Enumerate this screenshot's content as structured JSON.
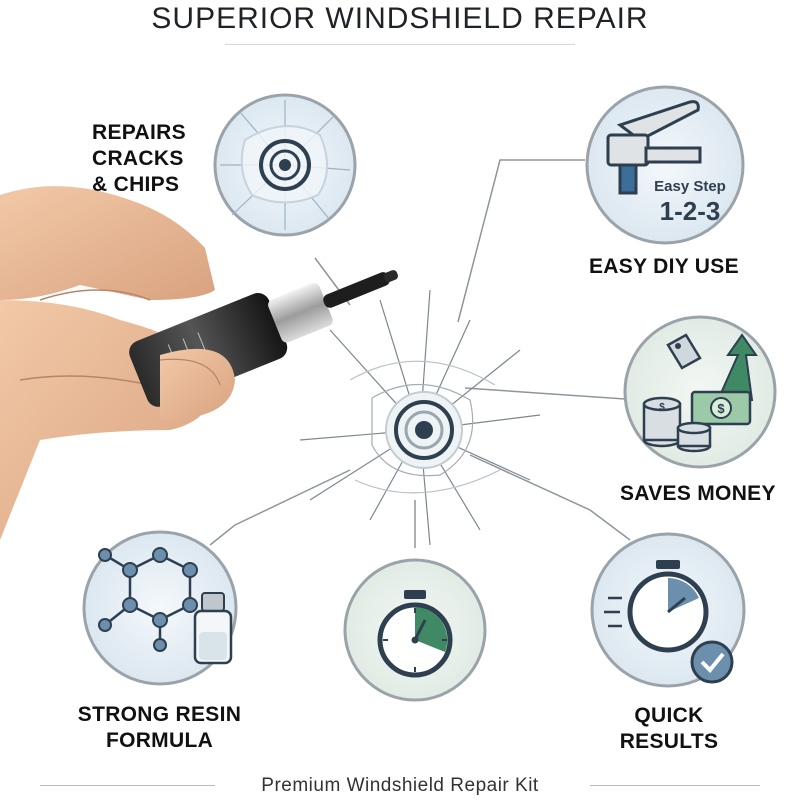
{
  "header": {
    "title": "SUPERIOR WINDSHIELD REPAIR"
  },
  "features": {
    "repairs": {
      "line1": "REPAIRS",
      "line2": "CRACKS",
      "line3": "& CHIPS",
      "icon": "glass-crack-icon"
    },
    "diy": {
      "line1": "EASY DIY USE",
      "step_label": "Easy Step",
      "step_numbers": "1-2-3",
      "icon": "applicator-tool-icon"
    },
    "money": {
      "line1": "SAVES MONEY",
      "icon": "money-savings-icon"
    },
    "resin": {
      "line1": "STRONG RESIN",
      "line2": "FORMULA",
      "icon": "molecule-bottle-icon"
    },
    "timer": {
      "icon": "stopwatch-icon"
    },
    "quick": {
      "line1": "QUICK",
      "line2": "RESULTS",
      "icon": "stopwatch-check-icon"
    }
  },
  "footer": {
    "caption": "Premium Windshield Repair Kit"
  },
  "colors": {
    "circle_border": "#9aa3aa",
    "circle_blue": "#dfe9f0",
    "circle_green": "#e6efe9",
    "accent_blue": "#3b6e99",
    "accent_green": "#3f8a64",
    "dark_slate": "#2e3f4f"
  }
}
